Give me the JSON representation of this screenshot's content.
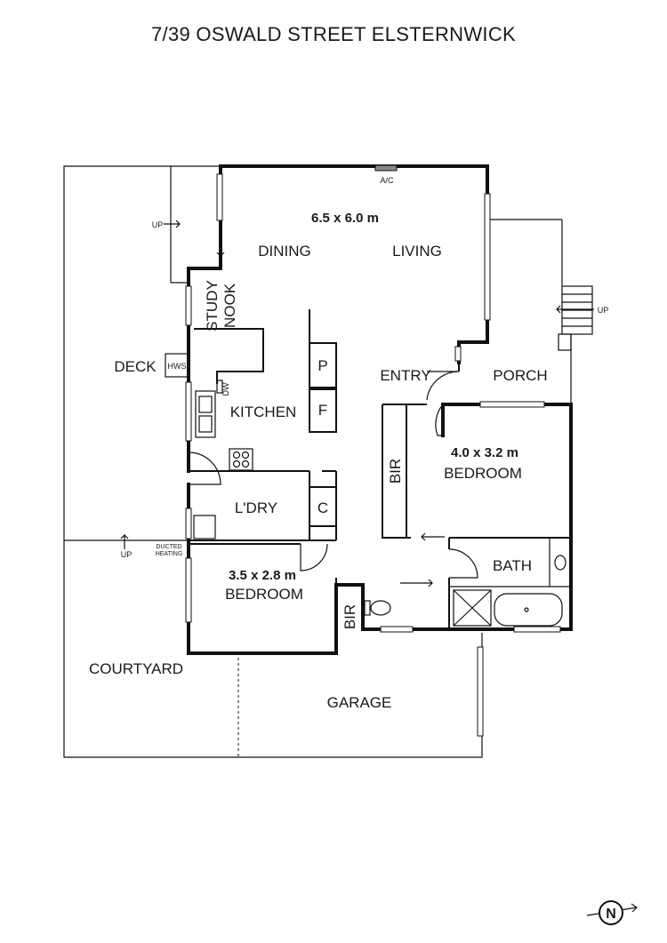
{
  "title": "7/39 OSWALD STREET ELSTERNWICK",
  "rooms": {
    "living_dim": "6.5 x 6.0 m",
    "dining": "DINING",
    "living": "LIVING",
    "study_1": "STUDY",
    "study_2": "NOOK",
    "deck": "DECK",
    "hws": "HWS",
    "dw": "DW",
    "kitchen": "KITCHEN",
    "pantry": "P",
    "fridge": "F",
    "entry": "ENTRY",
    "porch": "PORCH",
    "bed1_dim": "4.0 x 3.2 m",
    "bed1": "BEDROOM",
    "bir": "BIR",
    "laundry": "L'DRY",
    "cupboard": "C",
    "bath": "BATH",
    "bed2_dim": "3.5 x 2.8 m",
    "bed2": "BEDROOM",
    "bir2": "BIR",
    "courtyard": "COURTYARD",
    "garage": "GARAGE",
    "ac": "A/C",
    "ducted_1": "DUCTED",
    "ducted_2": "HEATING",
    "up_left": "UP",
    "up_right": "UP",
    "up_bottom": "UP"
  },
  "compass": {
    "label": "N",
    "icon": "north-arrow-icon"
  }
}
